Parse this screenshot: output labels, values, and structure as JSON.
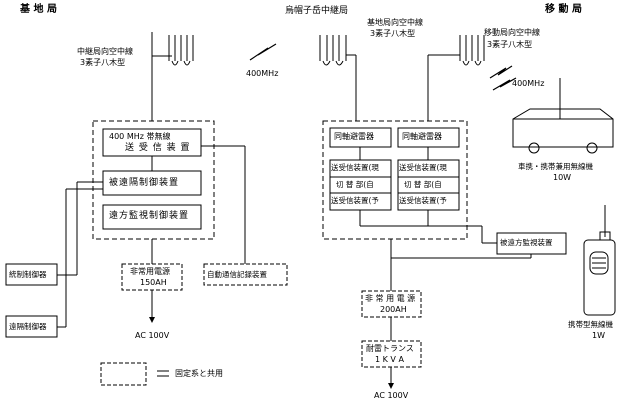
{
  "sections": {
    "base": "基 地 局",
    "relay": "烏帽子岳中継局",
    "mobile": "移 動 局"
  },
  "antennas": {
    "base_to_relay": {
      "line1": "中継局向空中線",
      "line2": "3素子八木型"
    },
    "relay_to_base": {
      "line1": "基地局向空中線",
      "line2": "3素子八木型"
    },
    "relay_to_mobile": {
      "line1": "移動局向空中線",
      "line2": "3素子八木型"
    }
  },
  "links": {
    "base_relay_freq": "400MHz",
    "relay_mobile_freq": "400MHz"
  },
  "base": {
    "transceiver": {
      "line1": "400 MHz 帯無線",
      "line2": "送 受 信 装 置"
    },
    "remote_ctrl_device": "被遠隔制御装置",
    "remote_monitor_ctrl": "遠方監視制御装置",
    "control_unit": "統制制御器",
    "remote_control_unit": "遠隔制御器",
    "emergency_power": {
      "line1": "非常用電源",
      "line2": "150AH"
    },
    "ac_label": "AC 100V",
    "auto_recorder": "自動通信記録装置"
  },
  "relay": {
    "duplexer_left": "同軸避雷器",
    "duplexer_right": "同軸避雷器",
    "tr_left": {
      "row1": "送受信装置(現",
      "row2": "切 替 部(自",
      "row3": "送受信装置(予"
    },
    "tr_right": {
      "row1": "送受信装置(現",
      "row2": "切 替 部(自",
      "row3": "送受信装置(予"
    },
    "remote_monitor": "被遠方監視装置",
    "emergency_power": {
      "line1": "非 常 用 電 源",
      "line2": "200AH"
    },
    "transformer": {
      "line1": "耐雷トランス",
      "line2": "1 K V A"
    },
    "ac_label": "AC 100V"
  },
  "mobile": {
    "vehicle_label": {
      "line1": "車携・携帯兼用無線機",
      "line2": "10W"
    },
    "portable_label": {
      "line1": "携帯型無線機",
      "line2": "1W"
    }
  },
  "legend": {
    "text": "固定系と共用"
  }
}
